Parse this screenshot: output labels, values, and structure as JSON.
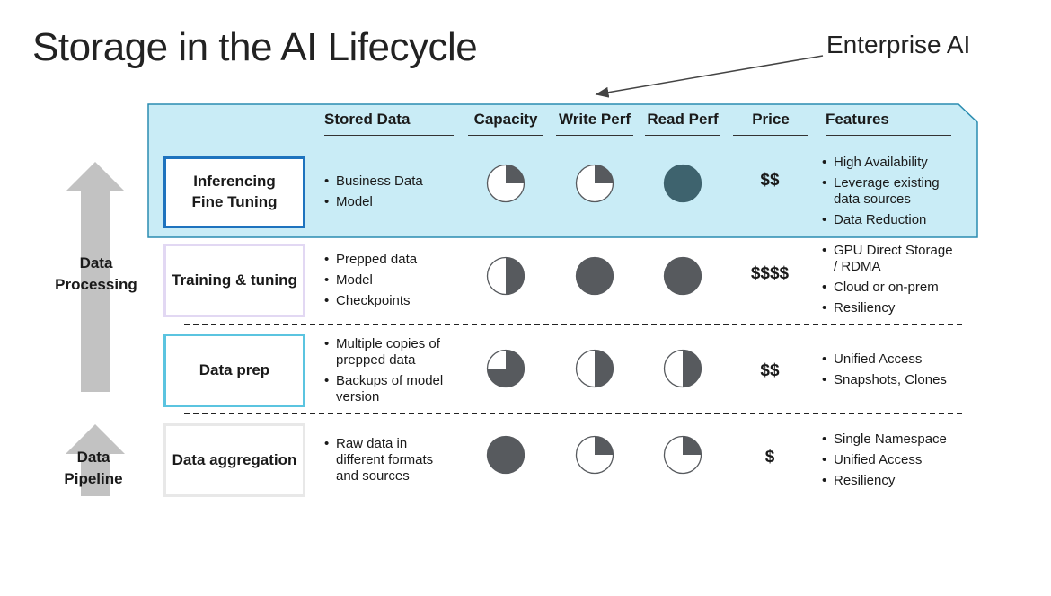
{
  "title": "Storage in the AI Lifecycle",
  "enterprise_label": "Enterprise AI",
  "headers": {
    "stored_data": "Stored Data",
    "capacity": "Capacity",
    "write_perf": "Write Perf",
    "read_perf": "Read Perf",
    "price": "Price",
    "features": "Features"
  },
  "side": {
    "processing_line1": "Data",
    "processing_line2": "Processing",
    "pipeline_line1": "Data",
    "pipeline_line2": "Pipeline"
  },
  "rows": [
    {
      "stage_line1": "Inferencing",
      "stage_line2": "Fine Tuning",
      "stored": [
        "Business Data",
        "Model"
      ],
      "capacity": 0.25,
      "write": 0.25,
      "read": 1.0,
      "price": "$$",
      "features": [
        "High Availability",
        "Leverage existing data sources",
        "Data Reduction"
      ],
      "border_color": "#1e73be"
    },
    {
      "stage_line1": "Training & tuning",
      "stage_line2": "",
      "stored": [
        "Prepped data",
        "Model",
        "Checkpoints"
      ],
      "capacity": 0.5,
      "write": 1.0,
      "read": 1.0,
      "price": "$$$$",
      "features": [
        "GPU Direct Storage / RDMA",
        "Cloud or on-prem",
        "Resiliency"
      ],
      "border_color": "#e2d8f3"
    },
    {
      "stage_line1": "Data prep",
      "stage_line2": "",
      "stored": [
        "Multiple copies of prepped data",
        "Backups of model version"
      ],
      "capacity": 0.75,
      "write": 0.5,
      "read": 0.5,
      "price": "$$",
      "features": [
        "Unified Access",
        "Snapshots, Clones"
      ],
      "border_color": "#5bc4e0"
    },
    {
      "stage_line1": "Data aggregation",
      "stage_line2": "",
      "stored": [
        "Raw data in different formats and sources"
      ],
      "capacity": 1.0,
      "write": 0.25,
      "read": 0.25,
      "price": "$",
      "features": [
        "Single Namespace",
        "Unified Access",
        "Resiliency"
      ],
      "border_color": "#e8e8e8"
    }
  ],
  "colors": {
    "panel_fill": "#c9ecf6",
    "panel_stroke": "#2a8cb0",
    "pie_dark": "#575a5e",
    "pie_teal": "#3e636e",
    "arrow_gray": "#c2c2c2"
  }
}
